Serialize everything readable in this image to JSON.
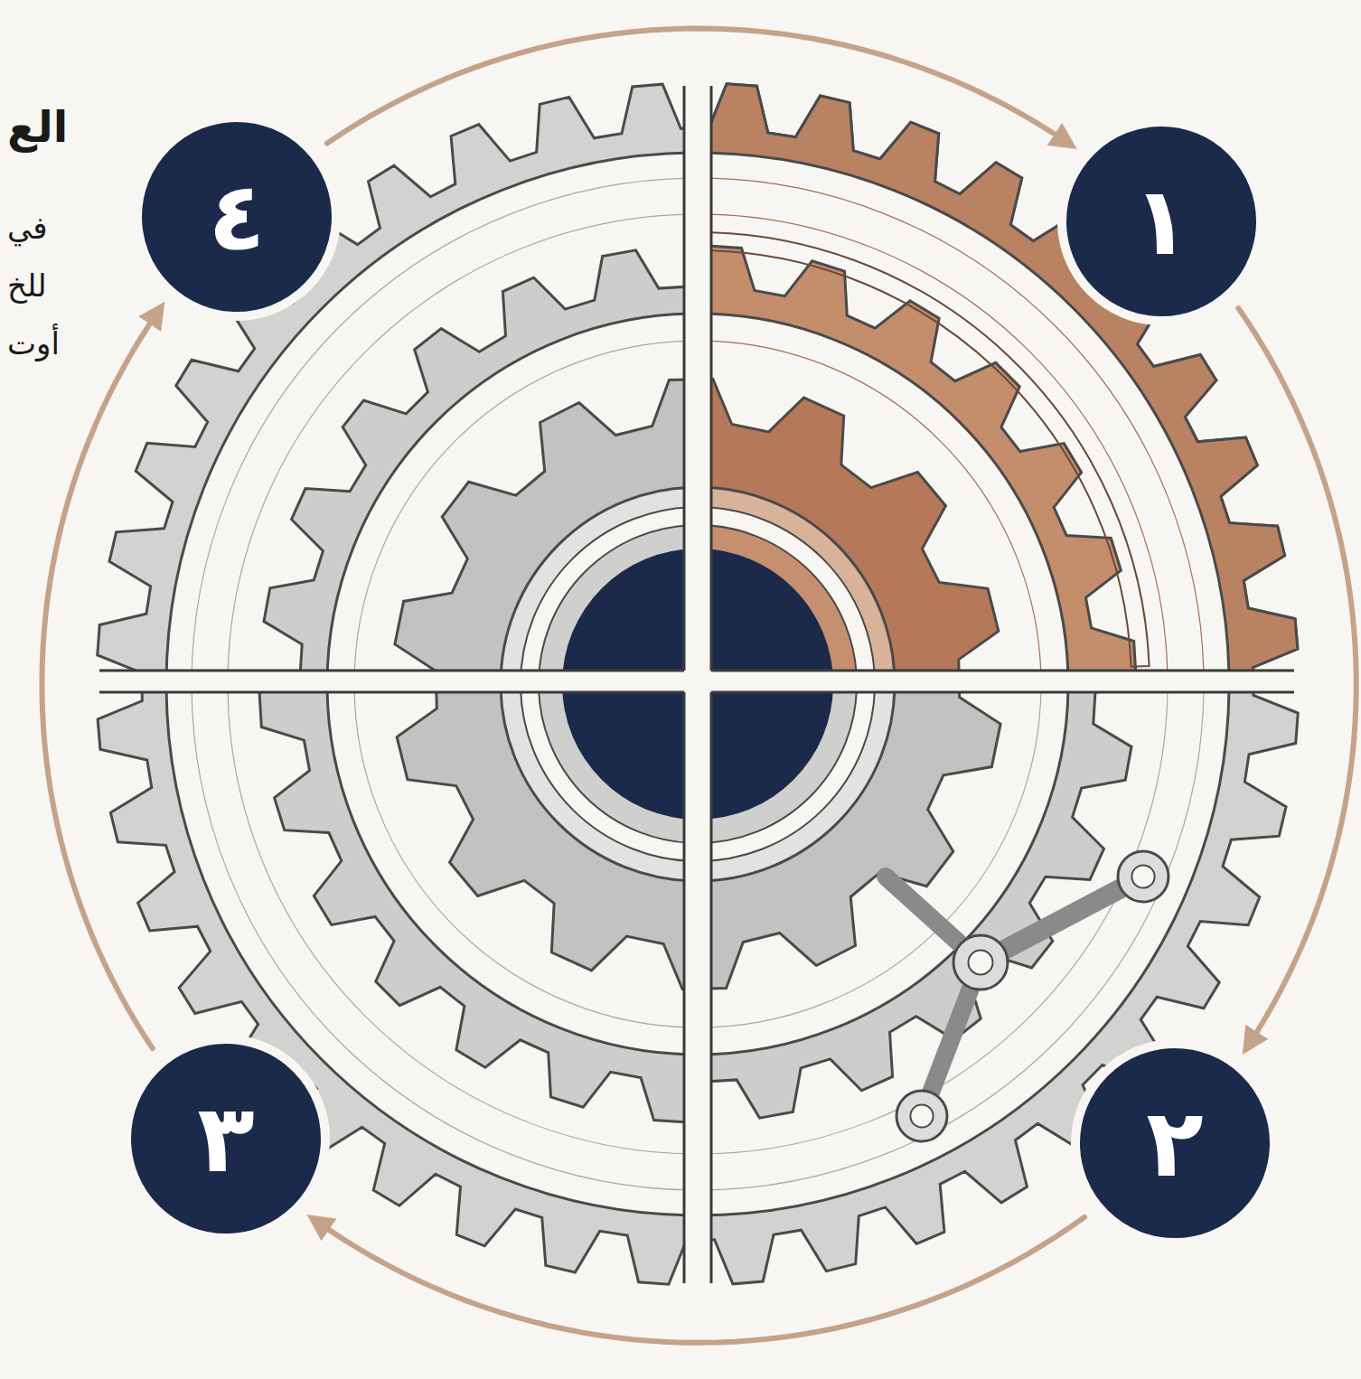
{
  "diagram": {
    "nodes": [
      {
        "text": [
          "١"
        ]
      },
      {
        "text": [
          "٢"
        ]
      },
      {
        "text": [
          "٣"
        ]
      },
      {
        "text": [
          "٤"
        ]
      }
    ],
    "edges": [
      {
        "from": 0,
        "to": 1,
        "arrow": "to"
      },
      {
        "from": 1,
        "to": 2,
        "arrow": "to"
      },
      {
        "from": 2,
        "to": 3,
        "arrow": "to"
      },
      {
        "from": 3,
        "to": 0,
        "arrow": "to"
      }
    ],
    "labels": [
      "الع",
      "في",
      "للخ",
      "أوت"
    ]
  }
}
